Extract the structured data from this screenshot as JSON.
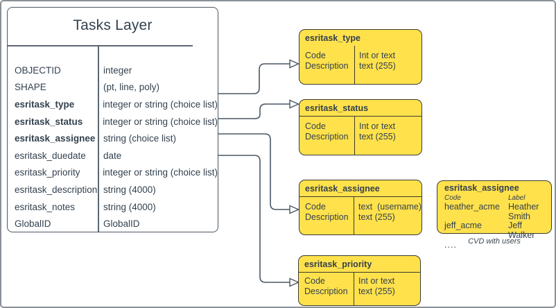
{
  "colors": {
    "yellow": "#FFE14C",
    "yellow_border": "#3B3A2E",
    "ink": "#33414E",
    "line": "#4A5663",
    "frame": "#8A9096"
  },
  "main_table": {
    "title": "Tasks Layer",
    "rows": [
      {
        "field": "OBJECTID",
        "type": "integer",
        "bold": false
      },
      {
        "field": "SHAPE",
        "type": "(pt, line, poly)",
        "bold": false
      },
      {
        "field": "esritask_type",
        "type": "integer or string (choice list)",
        "bold": true
      },
      {
        "field": "esritask_status",
        "type": "integer or string (choice list)",
        "bold": true
      },
      {
        "field": "esritask_assignee",
        "type": "string (choice list)",
        "bold": true
      },
      {
        "field": "esritask_duedate",
        "type": "date",
        "bold": false
      },
      {
        "field": "esritask_priority",
        "type": "integer or string (choice list)",
        "bold": false
      },
      {
        "field": "esritask_description",
        "type": "string (4000)",
        "bold": false
      },
      {
        "field": "esritask_notes",
        "type": "string (4000)",
        "bold": false
      },
      {
        "field": "GlobalID",
        "type": "GlobalID",
        "bold": false
      }
    ]
  },
  "cvd_boxes": [
    {
      "title": "esritask_type",
      "col1": [
        "Code",
        "Description"
      ],
      "col2": [
        "Int or text",
        "text (255)"
      ]
    },
    {
      "title": "esritask_status",
      "col1": [
        "Code",
        "Description"
      ],
      "col2": [
        "Int or text",
        "text (255)"
      ]
    },
    {
      "title": "esritask_assignee",
      "col1": [
        "Code",
        "Description"
      ],
      "col2": [
        "text  (username)",
        "text (255)"
      ]
    },
    {
      "title": "esritask_priority",
      "col1": [
        "Code",
        "Description"
      ],
      "col2": [
        "Int or text",
        "text (255)"
      ]
    }
  ],
  "assignee_detail": {
    "title": "esritask_assignee",
    "col_headers": [
      "Code",
      "Label"
    ],
    "rows": [
      {
        "code": "heather_acme",
        "label": "Heather Smith"
      },
      {
        "code": "jeff_acme",
        "label": "Jeff Walker"
      }
    ],
    "ellipsis": "....",
    "caption": "CVD with users"
  }
}
